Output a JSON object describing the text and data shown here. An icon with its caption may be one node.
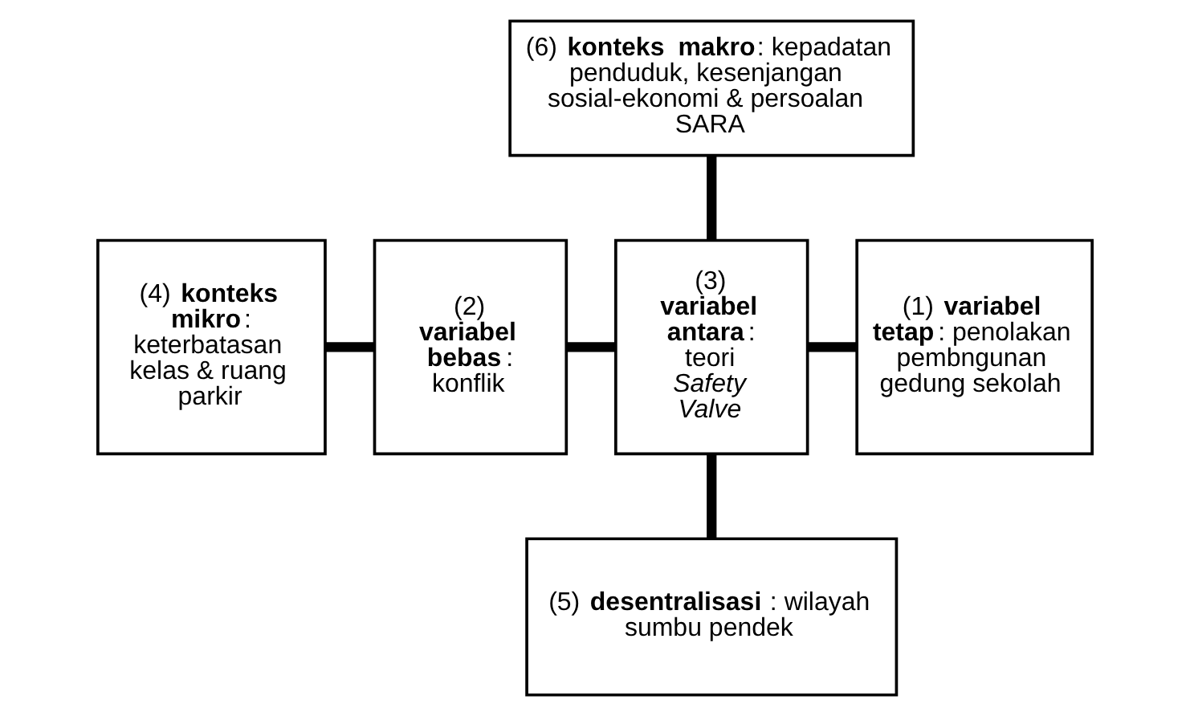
{
  "diagram": {
    "nodes": [
      {
        "text": [
          "(6) **konteks makro**: kepadatan penduduk, kesenjangan sosial-ekonomi & persoalan SARA"
        ]
      },
      {
        "text": [
          "(4) **konteks mikro**: keterbatasan kelas & ruang parkir"
        ]
      },
      {
        "text": [
          "(2) **variabel bebas**: konflik"
        ]
      },
      {
        "text": [
          "(3) **variabel antara**: teori *Safety Valve*"
        ]
      },
      {
        "text": [
          "(1) **variabel tetap**: penolakan pembngunan gedung sekolah"
        ]
      },
      {
        "text": [
          "(5) **desentralisasi**: wilayah sumbu pendek"
        ]
      }
    ],
    "edges": [
      {
        "from": 0,
        "to": 3,
        "arrow": "none"
      },
      {
        "from": 1,
        "to": 2,
        "arrow": "none"
      },
      {
        "from": 2,
        "to": 3,
        "arrow": "none"
      },
      {
        "from": 3,
        "to": 4,
        "arrow": "none"
      },
      {
        "from": 3,
        "to": 5,
        "arrow": "none"
      }
    ]
  }
}
